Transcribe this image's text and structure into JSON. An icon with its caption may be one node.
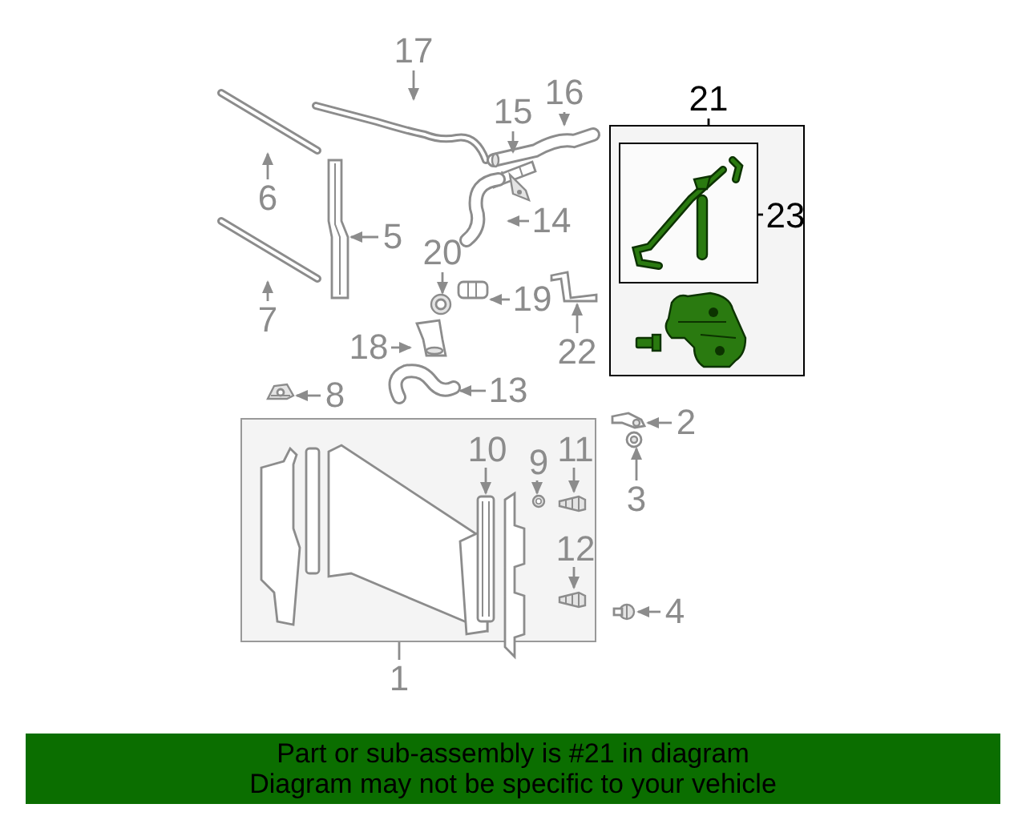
{
  "diagram": {
    "nodes": [
      {
        "text": [
          "17"
        ]
      },
      {
        "text": [],
        "shape": "picture"
      },
      {
        "text": [
          "16"
        ]
      },
      {
        "text": [],
        "shape": "picture"
      },
      {
        "text": [
          "15"
        ]
      },
      {
        "text": [],
        "shape": "picture"
      },
      {
        "text": [
          "21"
        ]
      },
      {
        "text": [],
        "shape": "box"
      },
      {
        "text": [],
        "shape": "box",
        "in": 7
      },
      {
        "text": [
          "23"
        ],
        "in": 7
      },
      {
        "text": [
          "6"
        ]
      },
      {
        "text": [],
        "shape": "picture"
      },
      {
        "text": [
          "5"
        ]
      },
      {
        "text": [],
        "shape": "picture"
      },
      {
        "text": [
          "14"
        ]
      },
      {
        "text": [],
        "shape": "picture"
      },
      {
        "text": [
          "7"
        ]
      },
      {
        "text": [],
        "shape": "picture"
      },
      {
        "text": [
          "20"
        ]
      },
      {
        "text": [],
        "shape": "picture"
      },
      {
        "text": [
          "19"
        ]
      },
      {
        "text": [],
        "shape": "picture"
      },
      {
        "text": [
          "22"
        ]
      },
      {
        "text": [],
        "shape": "picture"
      },
      {
        "text": [
          "18"
        ]
      },
      {
        "text": [],
        "shape": "picture"
      },
      {
        "text": [
          "8"
        ]
      },
      {
        "text": [],
        "shape": "picture"
      },
      {
        "text": [
          "13"
        ]
      },
      {
        "text": [],
        "shape": "picture"
      },
      {
        "text": [
          "2"
        ]
      },
      {
        "text": [],
        "shape": "picture"
      },
      {
        "text": [
          "3"
        ]
      },
      {
        "text": [],
        "shape": "picture"
      },
      {
        "text": [],
        "shape": "box"
      },
      {
        "text": [
          "10"
        ],
        "in": 34
      },
      {
        "text": [],
        "shape": "picture",
        "in": 34
      },
      {
        "text": [
          "9"
        ],
        "in": 34
      },
      {
        "text": [],
        "shape": "picture",
        "in": 34
      },
      {
        "text": [
          "11"
        ],
        "in": 34
      },
      {
        "text": [],
        "shape": "picture",
        "in": 34
      },
      {
        "text": [
          "12"
        ],
        "in": 34
      },
      {
        "text": [],
        "shape": "picture",
        "in": 34
      },
      {
        "text": [
          "4"
        ]
      },
      {
        "text": [],
        "shape": "picture"
      },
      {
        "text": [
          "1"
        ]
      }
    ],
    "edges": [
      {
        "from": 0,
        "to": 1,
        "arrow": "to"
      },
      {
        "from": 2,
        "to": 3,
        "arrow": "to"
      },
      {
        "from": 4,
        "to": 5,
        "arrow": "to"
      },
      {
        "from": 6,
        "to": 7,
        "arrow": "none",
        "color": "#000000"
      },
      {
        "from": 9,
        "to": 8,
        "arrow": "none",
        "color": "#000000"
      },
      {
        "from": 10,
        "to": 11,
        "arrow": "to"
      },
      {
        "from": 12,
        "to": 13,
        "arrow": "to"
      },
      {
        "from": 14,
        "to": 15,
        "arrow": "to"
      },
      {
        "from": 16,
        "to": 17,
        "arrow": "to"
      },
      {
        "from": 18,
        "to": 19,
        "arrow": "to"
      },
      {
        "from": 20,
        "to": 21,
        "arrow": "to"
      },
      {
        "from": 22,
        "to": 23,
        "arrow": "to"
      },
      {
        "from": 24,
        "to": 25,
        "arrow": "to"
      },
      {
        "from": 26,
        "to": 27,
        "arrow": "to"
      },
      {
        "from": 28,
        "to": 29,
        "arrow": "to"
      },
      {
        "from": 30,
        "to": 31,
        "arrow": "to"
      },
      {
        "from": 32,
        "to": 33,
        "arrow": "to"
      },
      {
        "from": 35,
        "to": 36,
        "arrow": "to"
      },
      {
        "from": 37,
        "to": 38,
        "arrow": "to"
      },
      {
        "from": 39,
        "to": 40,
        "arrow": "to"
      },
      {
        "from": 41,
        "to": 42,
        "arrow": "to"
      },
      {
        "from": 43,
        "to": 44,
        "arrow": "to"
      },
      {
        "from": 45,
        "to": 34,
        "arrow": "none"
      }
    ],
    "labels": [
      "Part or sub-assembly is #21 in diagram",
      "Diagram may not be specific to your vehicle"
    ]
  }
}
